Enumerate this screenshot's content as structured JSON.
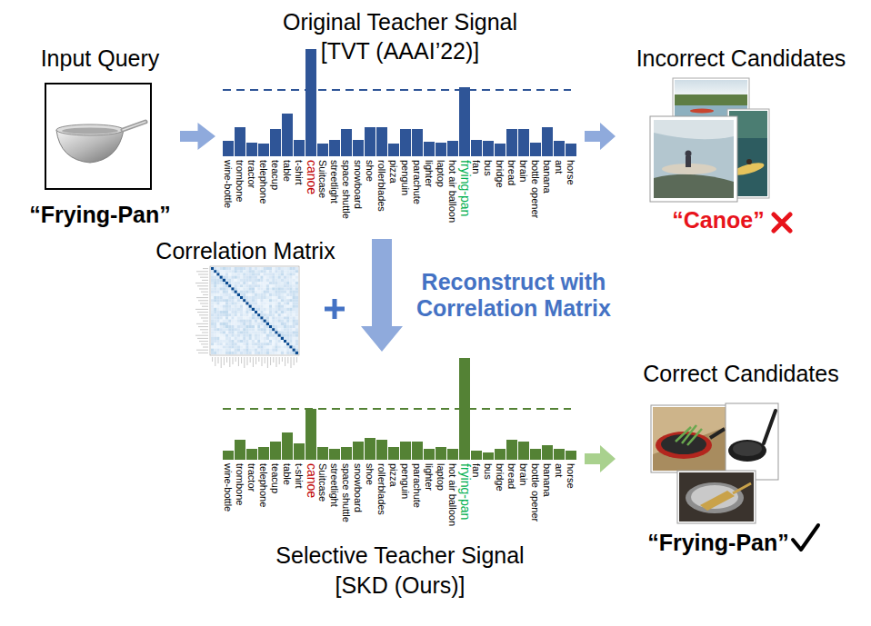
{
  "diagram": {
    "nodes": [
      {
        "text": [
          "Input Query",
          "“Frying-Pan”"
        ]
      },
      {
        "text": [
          "Original Teacher Signal",
          "[TVT (AAAI’22)]"
        ]
      },
      {
        "text": [
          "Incorrect Candidates",
          "“Canoe”"
        ]
      },
      {
        "text": [
          "Correlation Matrix"
        ]
      },
      {
        "text": [
          "Selective Teacher Signal",
          "[SKD (Ours)]"
        ]
      },
      {
        "text": [
          "Correct Candidates",
          "“Frying-Pan”"
        ]
      }
    ],
    "edges": [
      {
        "from": 0,
        "to": 1,
        "arrow": "to"
      },
      {
        "from": 1,
        "to": 2,
        "arrow": "to"
      },
      {
        "from": 1,
        "to": 4,
        "label": "Reconstruct with Correlation Matrix",
        "arrow": "to"
      },
      {
        "from": 4,
        "to": 5,
        "arrow": "to"
      }
    ],
    "labels": [
      "wine-bottle",
      "trombone",
      "tractor",
      "telephone",
      "teacup",
      "table",
      "t-shirt",
      "canoe",
      "Suitcase",
      "streetlight",
      "space shuttle",
      "snowboard",
      "shoe",
      "rollerblades",
      "pizza",
      "penguin",
      "parachute",
      "lighter",
      "laptop",
      "hot air balloon",
      "frying-pan",
      "fan",
      "bus",
      "bridge",
      "bread",
      "brain",
      "bottle opener",
      "banana",
      "ant",
      "horse",
      "wine-bottle",
      "trombone",
      "tractor",
      "telephone",
      "teacup",
      "table",
      "t-shirt",
      "canoe",
      "Suitcase",
      "streetlight",
      "space shuttle",
      "snowboard",
      "shoe",
      "rollerblades",
      "pizza",
      "penguin",
      "parachute",
      "lighter",
      "laptop",
      "hot air balloon",
      "frying-pan",
      "fan",
      "bus",
      "bridge",
      "bread",
      "brain",
      "bottle opener",
      "banana",
      "ant",
      "horse"
    ]
  }
}
